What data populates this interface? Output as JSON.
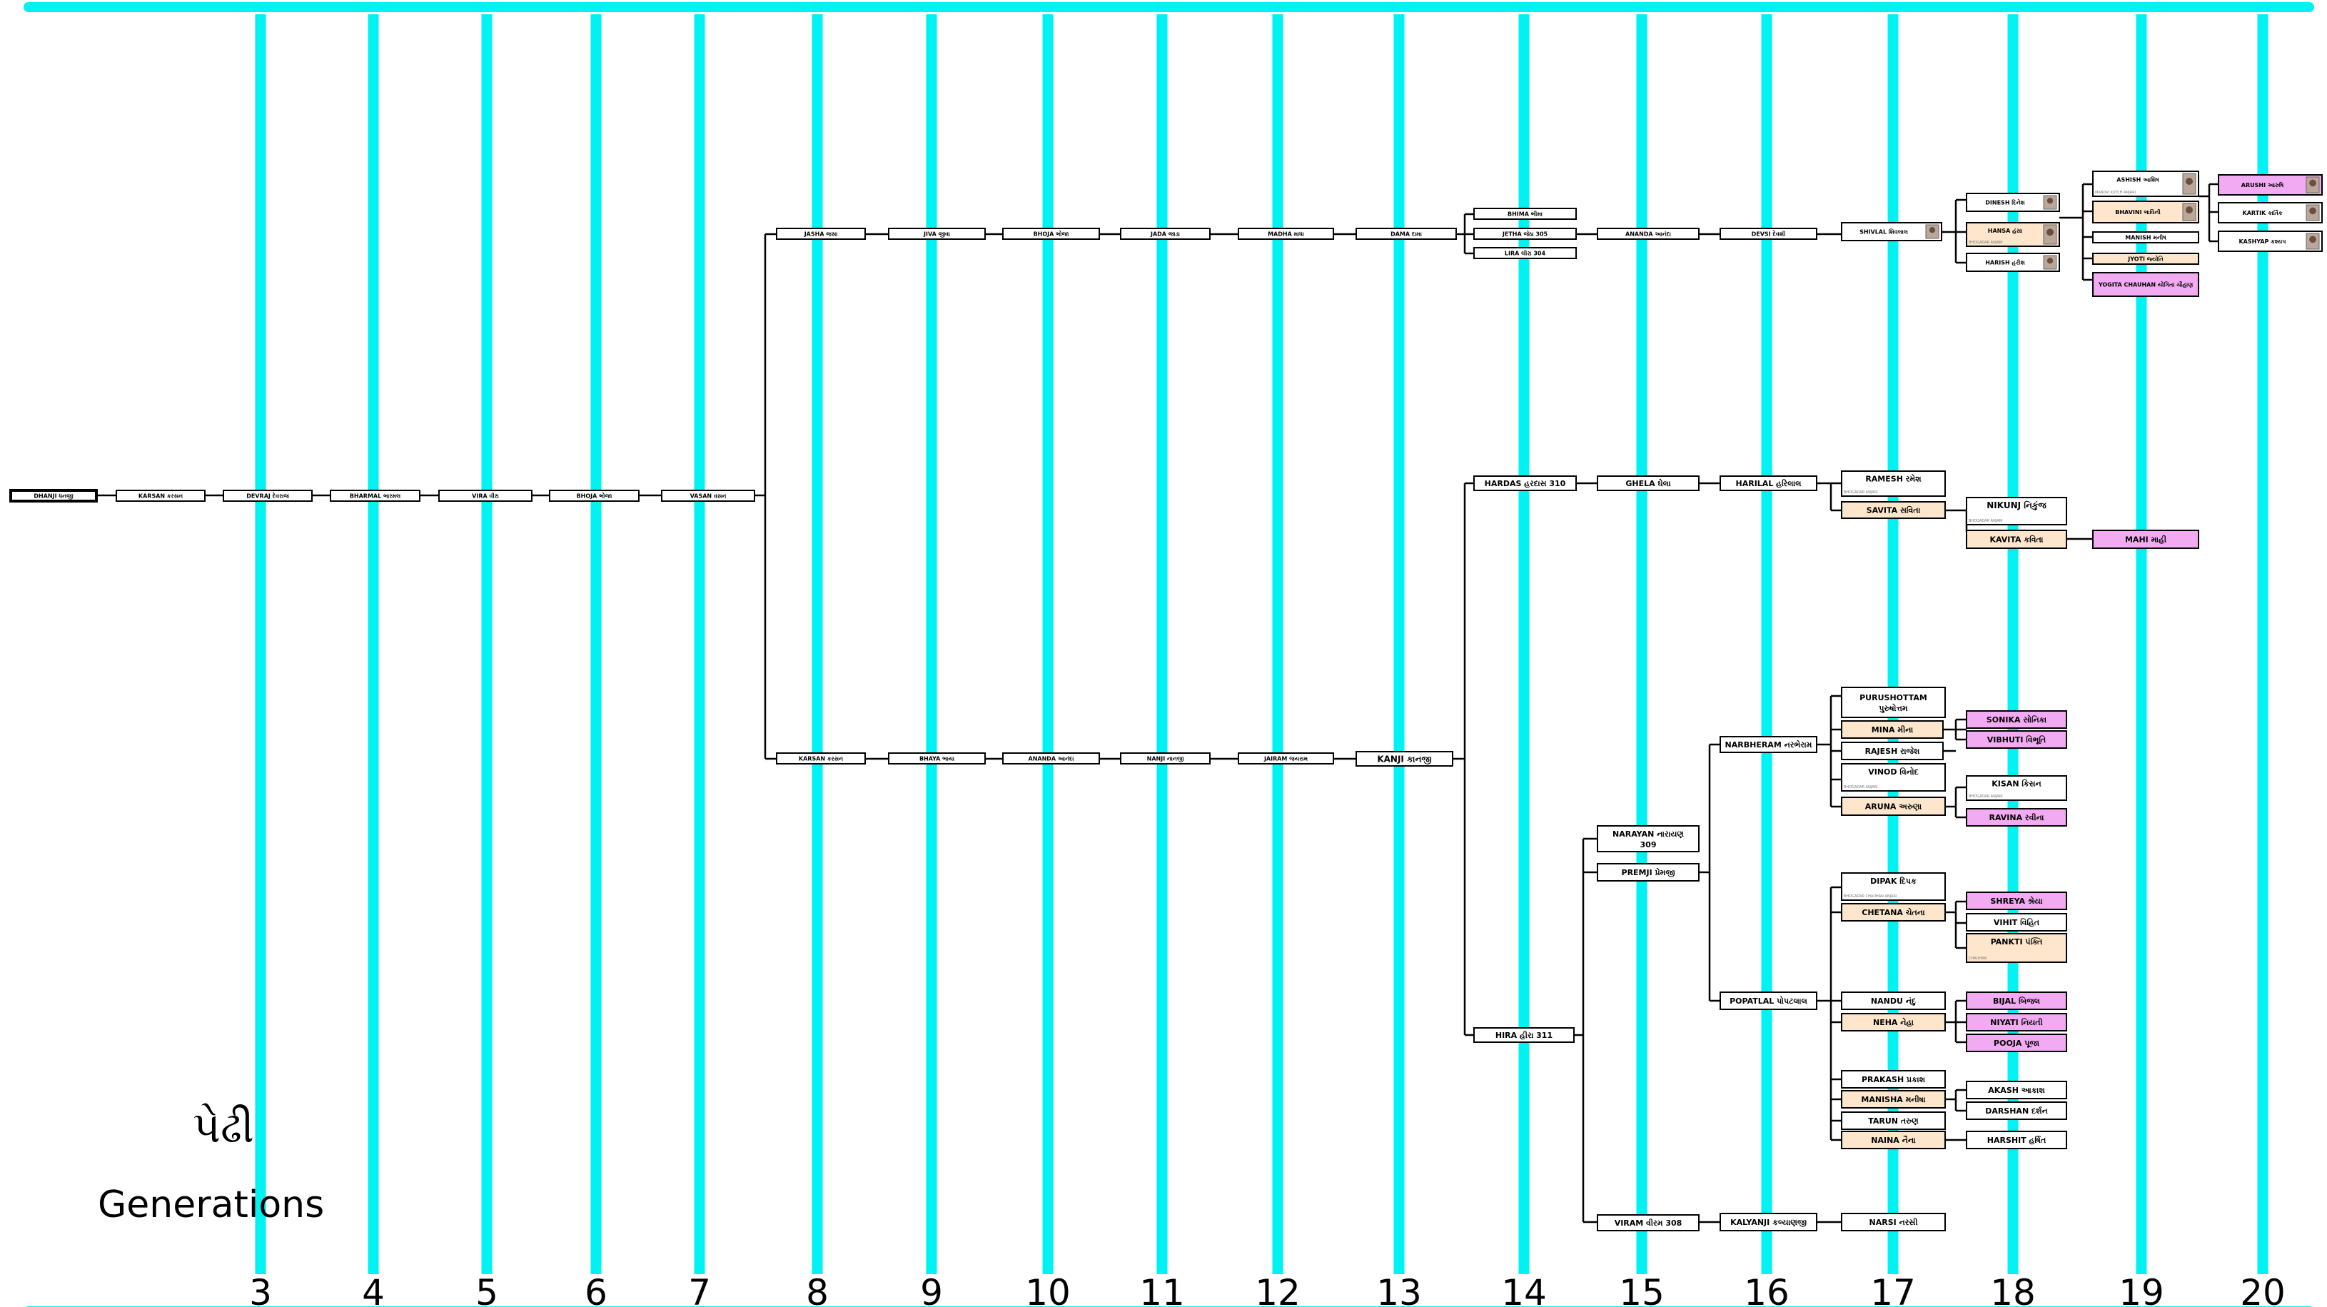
{
  "legend": {
    "gujarati": "પેઢી",
    "english": "Generations"
  },
  "generations": [
    "3",
    "4",
    "5",
    "6",
    "7",
    "8",
    "9",
    "10",
    "11",
    "12",
    "13",
    "14",
    "15",
    "16",
    "17",
    "18",
    "19",
    "20"
  ],
  "colors": {
    "rule": "#00f2f2",
    "line": "#000000",
    "spouse": "#fde6cc",
    "daughter": "#f2aaf2",
    "box": "#ffffff"
  },
  "people": {
    "dhanji": "DHANJI ધનજી",
    "karsan4": "KARSAN કરસન",
    "devraj": "DEVRAJ દેવરાજ",
    "bharmal": "BHARMAL ભારમલ",
    "vira": "VIRA વીરા",
    "bhoja7": "BHOJA ભોજા",
    "vasan": "VASAN વસન",
    "jasha": "JASHA જસા",
    "jiva": "JIVA જીવા",
    "bhoja11": "BHOJA ભોજા",
    "jada": "JADA જાડા",
    "madha": "MADHA માધા",
    "dama": "DAMA દામા",
    "bhima": "BHIMA ભીમા",
    "jetha": "JETHA જેઠા 305",
    "lira": "LIRA લીરા 304",
    "ananda16": "ANANDA આનંદા",
    "devsi": "DEVSI દેવશી",
    "shivlal": "SHIVLAL શિવલાલ",
    "dinesh": "DINESH દિનેશ",
    "hansa": "HANSA હંસા",
    "hansa_note": "BHOGADAR ANJARI",
    "harish": "HARISH હરીશ",
    "ashish": "ASHISH આશિષ",
    "ashish_note": "MANDVI KUTCH ANJARI",
    "bhavini": "BHAVINI ભાવિની",
    "manish": "MANISH મનીષ",
    "jyoti": "JYOTI જ્યોતિ",
    "yogita": "YOGITA CHAUHAN યોગિતા ચૌહાણ",
    "arushi": "ARUSHI આરુષિ",
    "kartik": "KARTIK કાર્તિક",
    "kashyap": "KASHYAP કશ્યપ",
    "karsan9": "KARSAN કરસન",
    "bhaya": "BHAYA ભાયા",
    "ananda11": "ANANDA આનંદા",
    "nanji": "NANJI નાનજી",
    "jairam": "JAIRAM જયરામ",
    "kanji": "KANJI કાનજી",
    "hardas": "HARDAS હરદાસ 310",
    "ghela": "GHELA ઘેલા",
    "harilal": "HARILAL હરિલાલ",
    "ramesh": "RAMESH રમેશ",
    "ramesh_note": "BHOGADAR ANJARI",
    "savita": "SAVITA સવિતા",
    "nikunj": "NIKUNJ નિકુંજ",
    "nikunj_note": "BHOGADAR ANJARI",
    "kavita": "KAVITA કવિતા",
    "mahi": "MAHI માહી",
    "hira": "HIRA હીરા 311",
    "narayan1": "NARAYAN નારાયણ",
    "narayan2": "309",
    "premji": "PREMJI પ્રેમજી",
    "viram": "VIRAM વીરમ 308",
    "narbheram": "NARBHERAM નરભેરામ",
    "popatlal": "POPATLAL પોપટલાલ",
    "kalyanji": "KALYANJI કલ્યાણજી",
    "purushottam1": "PURUSHOTTAM",
    "purushottam2": "પુરુષોત્તમ",
    "mina": "MINA મીના",
    "rajesh": "RAJESH રાજેશ",
    "vinod": "VINOD વિનોદ",
    "vinod_note": "BHOGADAR ANJARI",
    "aruna": "ARUNA અરુણા",
    "sonika": "SONIKA સોનિકા",
    "vibhuti": "VIBHUTI વિભૂતિ",
    "kisan": "KISAN કિસન",
    "kisan_note": "BHOGADAR ANJARI",
    "ravina": "RAVINA રવીના",
    "dipak": "DIPAK દિપક",
    "dipak_note": "BHOGADAR CHAUHAN ANJARI",
    "chetana": "CHETANA ચેતના",
    "shreya": "SHREYA શ્રેયા",
    "vihit": "VIHIT વિહિત",
    "pankti": "PANKTI પંક્તિ",
    "pankti_note": "CHAUHAN",
    "nandu": "NANDU નંદુ",
    "neha": "NEHA નેહા",
    "bijal": "BIJAL બિજલ",
    "niyati": "NIYATI નિયતી",
    "pooja": "POOJA પૂજા",
    "prakash": "PRAKASH પ્રકાશ",
    "manisha": "MANISHA મનીષા",
    "tarun": "TARUN તરુણ",
    "naina": "NAINA નૈના",
    "akash": "AKASH આકાશ",
    "darshan": "DARSHAN દર્શન",
    "harshit": "HARSHIT હર્ષિત",
    "narsi": "NARSI નરસી"
  }
}
